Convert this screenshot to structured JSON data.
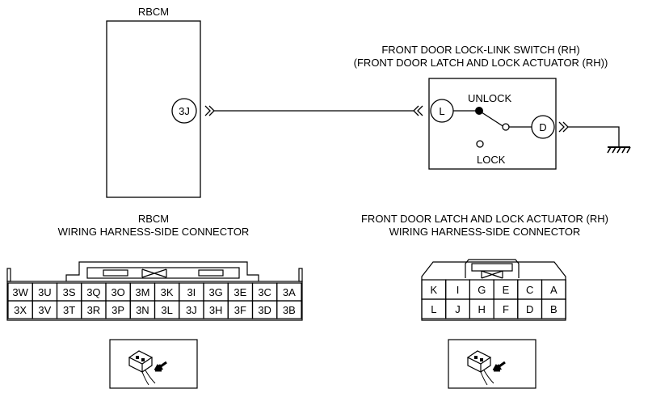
{
  "rbcm_title": "RBCM",
  "switch_title_1": "FRONT DOOR LOCK-LINK SWITCH (RH)",
  "switch_title_2": "(FRONT DOOR LATCH AND LOCK ACTUATOR (RH))",
  "rbcm_terminal": "3J",
  "switch_terminal_l": "L",
  "switch_terminal_d": "D",
  "unlock_label": "UNLOCK",
  "lock_label": "LOCK",
  "left_connector": {
    "title_1": "RBCM",
    "title_2": "WIRING HARNESS-SIDE CONNECTOR",
    "row1": [
      "3W",
      "3U",
      "3S",
      "3Q",
      "3O",
      "3M",
      "3K",
      "3I",
      "3G",
      "3E",
      "3C",
      "3A"
    ],
    "row2": [
      "3X",
      "3V",
      "3T",
      "3R",
      "3P",
      "3N",
      "3L",
      "3J",
      "3H",
      "3F",
      "3D",
      "3B"
    ]
  },
  "right_connector": {
    "title_1": "FRONT DOOR LATCH AND LOCK ACTUATOR (RH)",
    "title_2": "WIRING HARNESS-SIDE CONNECTOR",
    "row1": [
      "K",
      "I",
      "G",
      "E",
      "C",
      "A"
    ],
    "row2": [
      "L",
      "J",
      "H",
      "F",
      "D",
      "B"
    ]
  }
}
